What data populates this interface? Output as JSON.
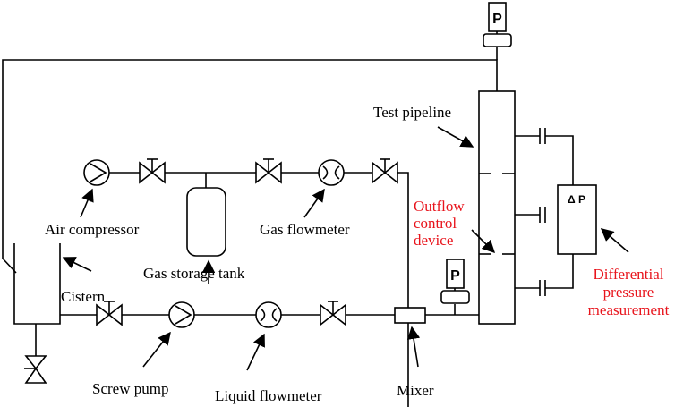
{
  "labels": {
    "air_compressor": "Air compressor",
    "gas_flowmeter": "Gas flowmeter",
    "gas_storage_tank": "Gas storage tank",
    "cistern": "Cistern",
    "screw_pump": "Screw pump",
    "liquid_flowmeter": "Liquid flowmeter",
    "mixer": "Mixer",
    "test_pipeline": "Test pipeline",
    "outflow_control_device": [
      "Outflow",
      "control",
      "device"
    ],
    "differential_pressure_measurement": [
      "Differential",
      "pressure",
      "measurement"
    ]
  },
  "gauges": {
    "top_pressure": "P",
    "mixer_pressure": "P",
    "differential_pressure": "Δ P"
  },
  "colors": {
    "line": "#000000",
    "highlight": "#e8141c"
  }
}
